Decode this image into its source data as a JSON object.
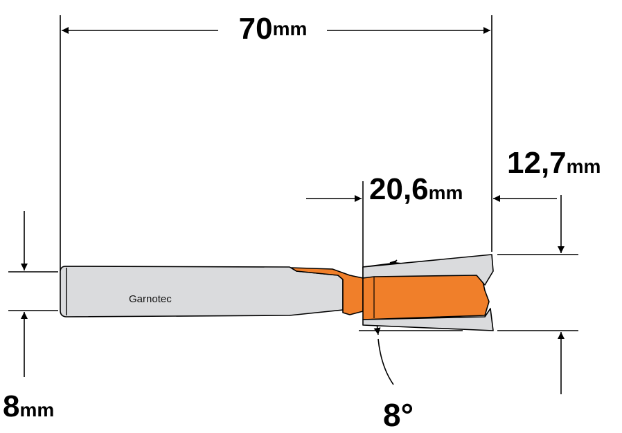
{
  "diagram": {
    "brand_label": "Garnotec",
    "dimensions": {
      "total_length": {
        "value": "70",
        "unit": "mm"
      },
      "cutting_length": {
        "value": "12,7",
        "unit": "mm"
      },
      "cutting_diameter": {
        "value": "20,6",
        "unit": "mm"
      },
      "shank_diameter": {
        "value": "8",
        "unit": "mm"
      },
      "angle": {
        "value": "8°"
      }
    },
    "colors": {
      "cutter_orange": "#F07F2A",
      "shank_gray": "#DADBDD",
      "outline": "#000000"
    }
  }
}
